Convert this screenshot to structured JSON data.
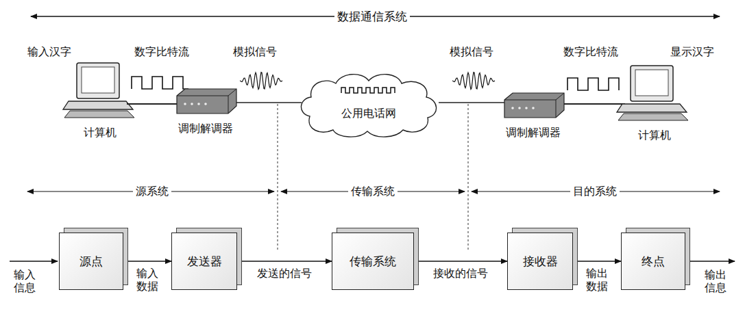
{
  "diagram": {
    "title": "数据通信系统",
    "nodes": [
      {
        "text": [
          "公用电话网"
        ]
      },
      {
        "text": [
          "源点"
        ]
      },
      {
        "text": [
          "发送器"
        ]
      },
      {
        "text": [
          "传输系统"
        ]
      },
      {
        "text": [
          "接收器"
        ]
      },
      {
        "text": [
          "终点"
        ]
      }
    ],
    "edges": [
      {
        "from": 1,
        "to": 2,
        "arrow": "to",
        "label": "输入数据"
      },
      {
        "from": 2,
        "to": 3,
        "arrow": "to",
        "label": "发送的信号"
      },
      {
        "from": 3,
        "to": 4,
        "arrow": "to",
        "label": "接收的信号"
      },
      {
        "from": 4,
        "to": 5,
        "arrow": "to",
        "label": "输出数据"
      }
    ],
    "labels": [
      "输入汉字",
      "数字比特流",
      "模拟信号",
      "模拟信号",
      "数字比特流",
      "显示汉字",
      "计算机",
      "调制解调器",
      "调制解调器",
      "计算机",
      "源系统",
      "传输系统",
      "目的系统",
      "输入信息",
      "输出信息"
    ]
  }
}
